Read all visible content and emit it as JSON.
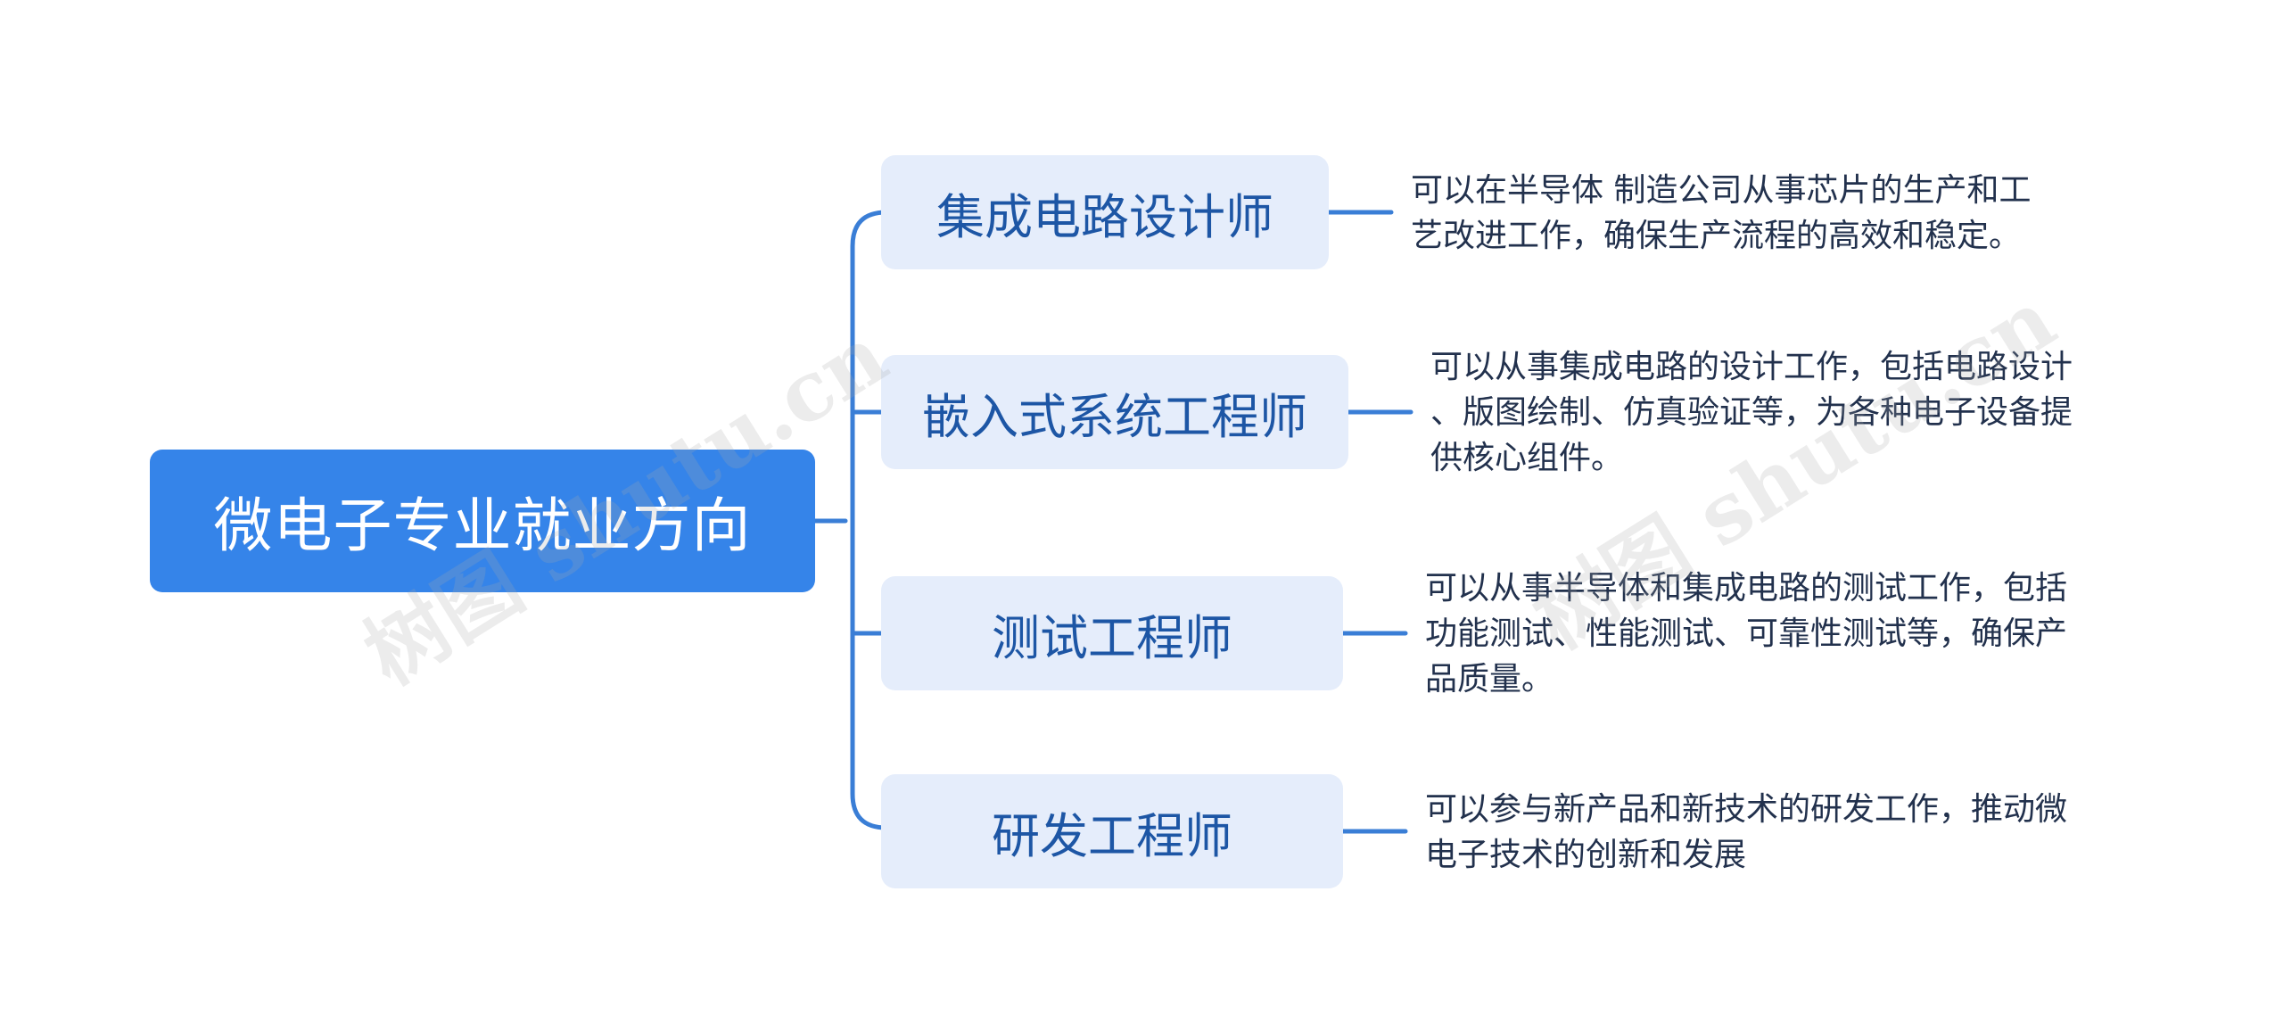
{
  "root": {
    "label": "微电子专业就业方向"
  },
  "branches": [
    {
      "label": "集成电路设计师",
      "description": "可以在半导体 制造公司从事芯片的生产和工\n艺改进工作，确保生产流程的高效和稳定。"
    },
    {
      "label": "嵌入式系统工程师",
      "description": "可以从事集成电路的设计工作，包括电路设计\n、版图绘制、仿真验证等，为各种电子设备提\n供核心组件。"
    },
    {
      "label": "测试工程师",
      "description": "可以从事半导体和集成电路的测试工作，包括\n功能测试、性能测试、可靠性测试等，确保产\n品质量。"
    },
    {
      "label": "研发工程师",
      "description": "可以参与新产品和新技术的研发工作，推动微\n电子技术的创新和发展"
    }
  ],
  "watermarks": [
    "树图 shutu.cn",
    "树图 shutu.cn"
  ],
  "colors": {
    "root": "#3584e9",
    "branch_bg": "#e5edfb",
    "branch_text": "#1d56a5",
    "connector": "#3a7ed6"
  }
}
